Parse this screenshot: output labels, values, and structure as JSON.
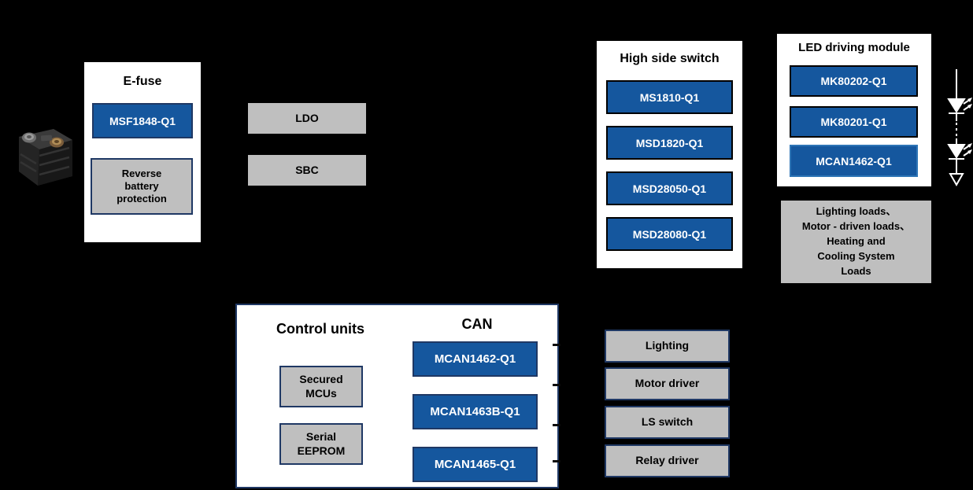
{
  "colors": {
    "background": "#000000",
    "panel_white": "#FFFFFF",
    "chip_blue": "#15579E",
    "block_gray": "#BFBFBF",
    "navy_border": "#1F3864",
    "light_blue_border": "#2E75B6"
  },
  "battery": {
    "icon": "car-battery-photo"
  },
  "efuse_panel": {
    "title": "E-fuse",
    "chip": "MSF1848-Q1",
    "function_block": "Reverse\nbattery\nprotection"
  },
  "power_blocks": {
    "ldo": "LDO",
    "sbc": "SBC"
  },
  "high_side_switch_panel": {
    "title": "High side switch",
    "chips": [
      "MS1810-Q1",
      "MSD1820-Q1",
      "MSD28050-Q1",
      "MSD28080-Q1"
    ]
  },
  "led_driving_panel": {
    "title": "LED driving module",
    "chips": [
      "MK80202-Q1",
      "MK80201-Q1",
      "MCAN1462-Q1"
    ]
  },
  "led_string": {
    "icon": "led-string-symbol"
  },
  "loads_note": "Lighting loads、\nMotor - driven loads、\nHeating and\nCooling System\nLoads",
  "control_units_panel": {
    "title": "Control units",
    "can_title": "CAN",
    "components": [
      "Secured\nMCUs",
      "Serial\nEEPROM"
    ],
    "can_chips": [
      "MCAN1462-Q1",
      "MCAN1463B-Q1",
      "MCAN1465-Q1"
    ]
  },
  "output_blocks": [
    "Lighting",
    "Motor driver",
    "LS switch",
    "Relay driver"
  ]
}
